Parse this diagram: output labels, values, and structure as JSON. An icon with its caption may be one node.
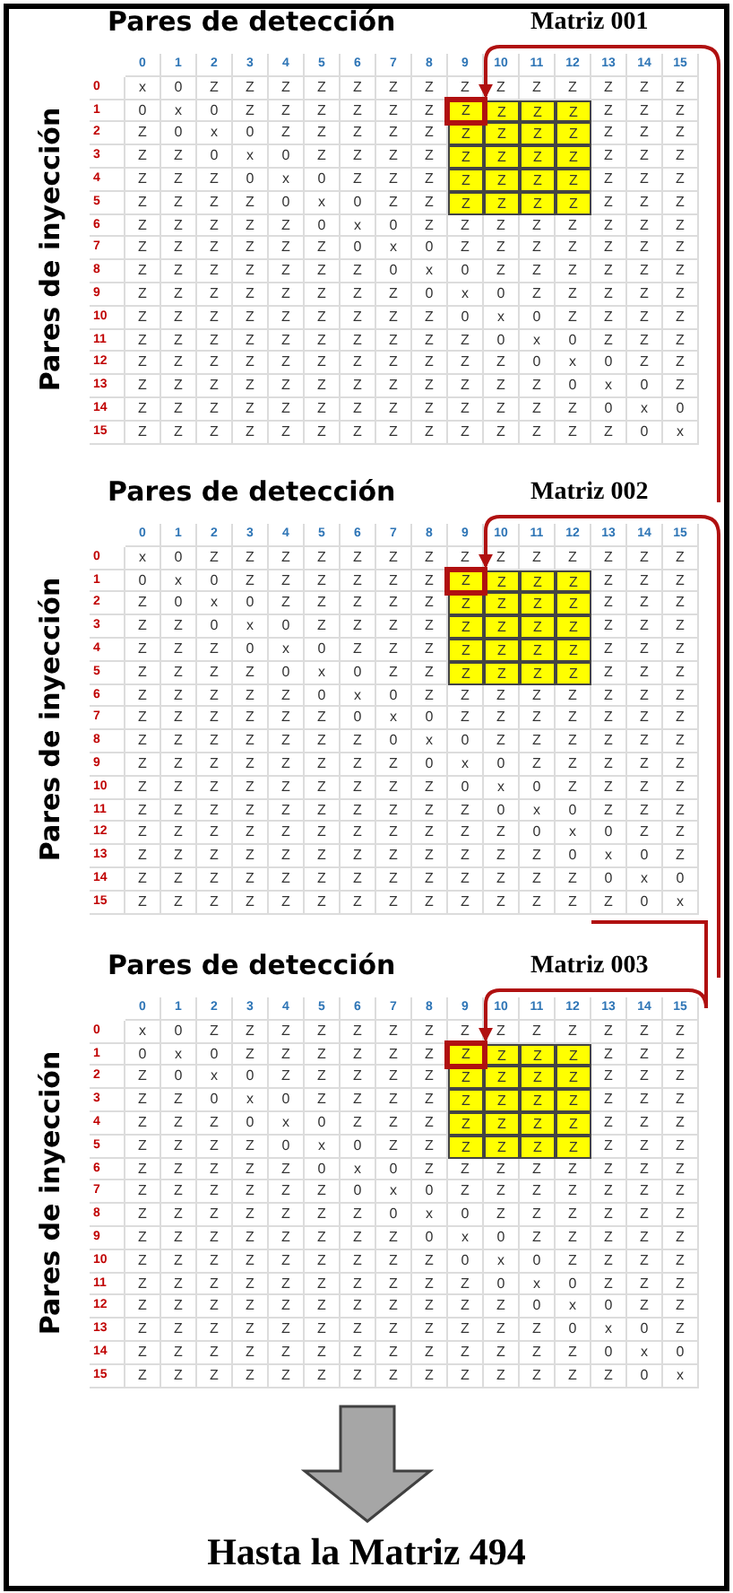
{
  "diagram": {
    "nodes": [
      {
        "text": [
          "Z"
        ]
      },
      {
        "text": [
          "Z"
        ]
      },
      {
        "text": [
          "Z"
        ]
      },
      {
        "text": [
          "Hasta la Matriz 494"
        ]
      }
    ],
    "edges": [
      {
        "from": null,
        "to": 0,
        "arrow": "to"
      },
      {
        "from": null,
        "to": 1,
        "arrow": "to"
      },
      {
        "from": null,
        "to": 2,
        "arrow": "to"
      },
      {
        "from": null,
        "to": 3,
        "arrow": "to",
        "style": "thick",
        "color": "#a6a6a6"
      }
    ],
    "labels": [
      "Pares de detección",
      "Matriz 001",
      "Pares de inyección",
      "0",
      "1",
      "2",
      "3",
      "4",
      "5",
      "6",
      "7",
      "8",
      "9",
      "10",
      "11",
      "12",
      "13",
      "14",
      "15",
      "0",
      "x",
      "0",
      "Z",
      "Z",
      "Z",
      "Z",
      "Z",
      "Z",
      "Z",
      "Z",
      "Z",
      "Z",
      "Z",
      "Z",
      "Z",
      "Z",
      "1",
      "0",
      "x",
      "0",
      "Z",
      "Z",
      "Z",
      "Z",
      "Z",
      "Z",
      "Z",
      "Z",
      "Z",
      "Z",
      "Z",
      "Z",
      "2",
      "Z",
      "0",
      "x",
      "0",
      "Z",
      "Z",
      "Z",
      "Z",
      "Z",
      "Z",
      "Z",
      "Z",
      "Z",
      "Z",
      "Z",
      "Z",
      "3",
      "Z",
      "Z",
      "0",
      "x",
      "0",
      "Z",
      "Z",
      "Z",
      "Z",
      "Z",
      "Z",
      "Z",
      "Z",
      "Z",
      "Z",
      "Z",
      "4",
      "Z",
      "Z",
      "Z",
      "0",
      "x",
      "0",
      "Z",
      "Z",
      "Z",
      "Z",
      "Z",
      "Z",
      "Z",
      "Z",
      "Z",
      "Z",
      "5",
      "Z",
      "Z",
      "Z",
      "Z",
      "0",
      "x",
      "0",
      "Z",
      "Z",
      "Z",
      "Z",
      "Z",
      "Z",
      "Z",
      "Z",
      "Z",
      "6",
      "Z",
      "Z",
      "Z",
      "Z",
      "Z",
      "0",
      "x",
      "0",
      "Z",
      "Z",
      "Z",
      "Z",
      "Z",
      "Z",
      "Z",
      "Z",
      "7",
      "Z",
      "Z",
      "Z",
      "Z",
      "Z",
      "Z",
      "0",
      "x",
      "0",
      "Z",
      "Z",
      "Z",
      "Z",
      "Z",
      "Z",
      "Z",
      "8",
      "Z",
      "Z",
      "Z",
      "Z",
      "Z",
      "Z",
      "Z",
      "0",
      "x",
      "0",
      "Z",
      "Z",
      "Z",
      "Z",
      "Z",
      "Z",
      "9",
      "Z",
      "Z",
      "Z",
      "Z",
      "Z",
      "Z",
      "Z",
      "Z",
      "0",
      "x",
      "0",
      "Z",
      "Z",
      "Z",
      "Z",
      "Z",
      "10",
      "Z",
      "Z",
      "Z",
      "Z",
      "Z",
      "Z",
      "Z",
      "Z",
      "Z",
      "0",
      "x",
      "0",
      "Z",
      "Z",
      "Z",
      "Z",
      "11",
      "Z",
      "Z",
      "Z",
      "Z",
      "Z",
      "Z",
      "Z",
      "Z",
      "Z",
      "Z",
      "0",
      "x",
      "0",
      "Z",
      "Z",
      "Z",
      "12",
      "Z",
      "Z",
      "Z",
      "Z",
      "Z",
      "Z",
      "Z",
      "Z",
      "Z",
      "Z",
      "Z",
      "0",
      "x",
      "0",
      "Z",
      "Z",
      "13",
      "Z",
      "Z",
      "Z",
      "Z",
      "Z",
      "Z",
      "Z",
      "Z",
      "Z",
      "Z",
      "Z",
      "Z",
      "0",
      "x",
      "0",
      "Z",
      "14",
      "Z",
      "Z",
      "Z",
      "Z",
      "Z",
      "Z",
      "Z",
      "Z",
      "Z",
      "Z",
      "Z",
      "Z",
      "Z",
      "0",
      "x",
      "0",
      "15",
      "Z",
      "Z",
      "Z",
      "Z",
      "Z",
      "Z",
      "Z",
      "Z",
      "Z",
      "Z",
      "Z",
      "Z",
      "Z",
      "Z",
      "0",
      "x",
      "Pares de detección",
      "Matriz 002",
      "Pares de inyección",
      "0",
      "1",
      "2",
      "3",
      "4",
      "5",
      "6",
      "7",
      "8",
      "9",
      "10",
      "11",
      "12",
      "13",
      "14",
      "15",
      "0",
      "x",
      "0",
      "Z",
      "Z",
      "Z",
      "Z",
      "Z",
      "Z",
      "Z",
      "Z",
      "Z",
      "Z",
      "Z",
      "Z",
      "Z",
      "Z",
      "1",
      "0",
      "x",
      "0",
      "Z",
      "Z",
      "Z",
      "Z",
      "Z",
      "Z",
      "Z",
      "Z",
      "Z",
      "Z",
      "Z",
      "Z",
      "2",
      "Z",
      "0",
      "x",
      "0",
      "Z",
      "Z",
      "Z",
      "Z",
      "Z",
      "Z",
      "Z",
      "Z",
      "Z",
      "Z",
      "Z",
      "Z",
      "3",
      "Z",
      "Z",
      "0",
      "x",
      "0",
      "Z",
      "Z",
      "Z",
      "Z",
      "Z",
      "Z",
      "Z",
      "Z",
      "Z",
      "Z",
      "Z",
      "4",
      "Z",
      "Z",
      "Z",
      "0",
      "x",
      "0",
      "Z",
      "Z",
      "Z",
      "Z",
      "Z",
      "Z",
      "Z",
      "Z",
      "Z",
      "Z",
      "5",
      "Z",
      "Z",
      "Z",
      "Z",
      "0",
      "x",
      "0",
      "Z",
      "Z",
      "Z",
      "Z",
      "Z",
      "Z",
      "Z",
      "Z",
      "Z",
      "6",
      "Z",
      "Z",
      "Z",
      "Z",
      "Z",
      "0",
      "x",
      "0",
      "Z",
      "Z",
      "Z",
      "Z",
      "Z",
      "Z",
      "Z",
      "Z",
      "7",
      "Z",
      "Z",
      "Z",
      "Z",
      "Z",
      "Z",
      "0",
      "x",
      "0",
      "Z",
      "Z",
      "Z",
      "Z",
      "Z",
      "Z",
      "Z",
      "8",
      "Z",
      "Z",
      "Z",
      "Z",
      "Z",
      "Z",
      "Z",
      "0",
      "x",
      "0",
      "Z",
      "Z",
      "Z",
      "Z",
      "Z",
      "Z",
      "9",
      "Z",
      "Z",
      "Z",
      "Z",
      "Z",
      "Z",
      "Z",
      "Z",
      "0",
      "x",
      "0",
      "Z",
      "Z",
      "Z",
      "Z",
      "Z",
      "10",
      "Z",
      "Z",
      "Z",
      "Z",
      "Z",
      "Z",
      "Z",
      "Z",
      "Z",
      "0",
      "x",
      "0",
      "Z",
      "Z",
      "Z",
      "Z",
      "11",
      "Z",
      "Z",
      "Z",
      "Z",
      "Z",
      "Z",
      "Z",
      "Z",
      "Z",
      "Z",
      "0",
      "x",
      "0",
      "Z",
      "Z",
      "Z",
      "12",
      "Z",
      "Z",
      "Z",
      "Z",
      "Z",
      "Z",
      "Z",
      "Z",
      "Z",
      "Z",
      "Z",
      "0",
      "x",
      "0",
      "Z",
      "Z",
      "13",
      "Z",
      "Z",
      "Z",
      "Z",
      "Z",
      "Z",
      "Z",
      "Z",
      "Z",
      "Z",
      "Z",
      "Z",
      "0",
      "x",
      "0",
      "Z",
      "14",
      "Z",
      "Z",
      "Z",
      "Z",
      "Z",
      "Z",
      "Z",
      "Z",
      "Z",
      "Z",
      "Z",
      "Z",
      "Z",
      "0",
      "x",
      "0",
      "15",
      "Z",
      "Z",
      "Z",
      "Z",
      "Z",
      "Z",
      "Z",
      "Z",
      "Z",
      "Z",
      "Z",
      "Z",
      "Z",
      "Z",
      "0",
      "x",
      "Pares de detección",
      "Matriz 003",
      "Pares de inyección",
      "0",
      "1",
      "2",
      "3",
      "4",
      "5",
      "6",
      "7",
      "8",
      "9",
      "10",
      "11",
      "12",
      "13",
      "14",
      "15",
      "0",
      "x",
      "0",
      "Z",
      "Z",
      "Z",
      "Z",
      "Z",
      "Z",
      "Z",
      "Z",
      "Z",
      "Z",
      "Z",
      "Z",
      "Z",
      "Z",
      "1",
      "0",
      "x",
      "0",
      "Z",
      "Z",
      "Z",
      "Z",
      "Z",
      "Z",
      "Z",
      "Z",
      "Z",
      "Z",
      "Z",
      "Z",
      "2",
      "Z",
      "0",
      "x",
      "0",
      "Z",
      "Z",
      "Z",
      "Z",
      "Z",
      "Z",
      "Z",
      "Z",
      "Z",
      "Z",
      "Z",
      "Z",
      "3",
      "Z",
      "Z",
      "0",
      "x",
      "0",
      "Z",
      "Z",
      "Z",
      "Z",
      "Z",
      "Z",
      "Z",
      "Z",
      "Z",
      "Z",
      "Z",
      "4",
      "Z",
      "Z",
      "Z",
      "0",
      "x",
      "0",
      "Z",
      "Z",
      "Z",
      "Z",
      "Z",
      "Z",
      "Z",
      "Z",
      "Z",
      "Z",
      "5",
      "Z",
      "Z",
      "Z",
      "Z",
      "0",
      "x",
      "0",
      "Z",
      "Z",
      "Z",
      "Z",
      "Z",
      "Z",
      "Z",
      "Z",
      "Z",
      "6",
      "Z",
      "Z",
      "Z",
      "Z",
      "Z",
      "0",
      "x",
      "0",
      "Z",
      "Z",
      "Z",
      "Z",
      "Z",
      "Z",
      "Z",
      "Z",
      "7",
      "Z",
      "Z",
      "Z",
      "Z",
      "Z",
      "Z",
      "0",
      "x",
      "0",
      "Z",
      "Z",
      "Z",
      "Z",
      "Z",
      "Z",
      "Z",
      "8",
      "Z",
      "Z",
      "Z",
      "Z",
      "Z",
      "Z",
      "Z",
      "0",
      "x",
      "0",
      "Z",
      "Z",
      "Z",
      "Z",
      "Z",
      "Z",
      "9",
      "Z",
      "Z",
      "Z",
      "Z",
      "Z",
      "Z",
      "Z",
      "Z",
      "0",
      "x",
      "0",
      "Z",
      "Z",
      "Z",
      "Z",
      "Z",
      "10",
      "Z",
      "Z",
      "Z",
      "Z",
      "Z",
      "Z",
      "Z",
      "Z",
      "Z",
      "0",
      "x",
      "0",
      "Z",
      "Z",
      "Z",
      "Z",
      "11",
      "Z",
      "Z",
      "Z",
      "Z",
      "Z",
      "Z",
      "Z",
      "Z",
      "Z",
      "Z",
      "0",
      "x",
      "0",
      "Z",
      "Z",
      "Z",
      "12",
      "Z",
      "Z",
      "Z",
      "Z",
      "Z",
      "Z",
      "Z",
      "Z",
      "Z",
      "Z",
      "Z",
      "0",
      "x",
      "0",
      "Z",
      "Z",
      "13",
      "Z",
      "Z",
      "Z",
      "Z",
      "Z",
      "Z",
      "Z",
      "Z",
      "Z",
      "Z",
      "Z",
      "Z",
      "0",
      "x",
      "0",
      "Z",
      "14",
      "Z",
      "Z",
      "Z",
      "Z",
      "Z",
      "Z",
      "Z",
      "Z",
      "Z",
      "Z",
      "Z",
      "Z",
      "Z",
      "0",
      "x",
      "0",
      "15",
      "Z",
      "Z",
      "Z",
      "Z",
      "Z",
      "Z",
      "Z",
      "Z",
      "Z",
      "Z",
      "Z",
      "Z",
      "Z",
      "Z",
      "0",
      "x"
    ]
  }
}
